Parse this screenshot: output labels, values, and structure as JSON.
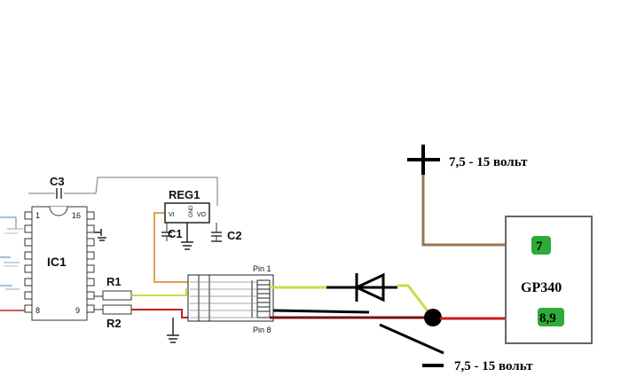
{
  "labels": {
    "c3": "C3",
    "reg1": "REG1",
    "reg_vi": "VI",
    "reg_gnd": "GND",
    "reg_vo": "VO",
    "c1": "C1",
    "c2": "C2",
    "ic1": "IC1",
    "r1": "R1",
    "r2": "R2",
    "pin1": "Pin 1",
    "pin8": "Pin 8",
    "ic_pin1": "1",
    "ic_pin16": "16",
    "ic_pin8": "8",
    "ic_pin9": "9",
    "plus_voltage": "7,5 - 15 вольт",
    "minus_voltage": "7,5 - 15 вольт",
    "device": "GP340",
    "terminal_plus": "7",
    "terminal_minus": "8,9"
  },
  "colors": {
    "wire_plus": "#9b7350",
    "wire_data": "#c8dc46",
    "wire_red": "#d01818",
    "wire_darkred": "#7a1010",
    "wire_orange": "#e0a050",
    "terminal_green": "#2eaa3a",
    "component": "#444444"
  }
}
